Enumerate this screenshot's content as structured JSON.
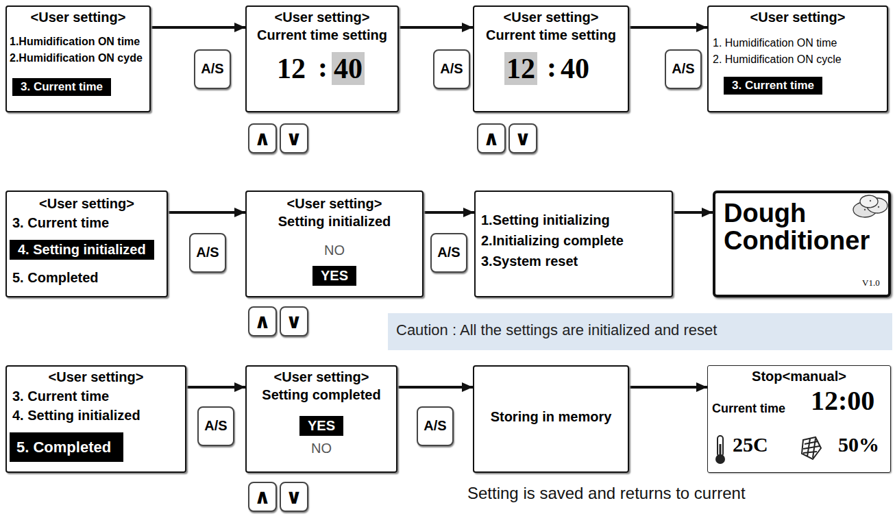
{
  "diagram": {
    "nodes": [
      {
        "text": [
          "<User setting>",
          "1.Humidification ON time",
          "2.Humidification ON cyde",
          "3. Current time"
        ]
      },
      {
        "text": [
          "<User setting>",
          "Current time setting",
          "12",
          ":",
          "40"
        ]
      },
      {
        "text": [
          "<User setting>",
          "Current time setting",
          "12",
          ":",
          "40"
        ]
      },
      {
        "text": [
          "<User setting>",
          "1. Humidification ON time",
          "2. Humidification ON cycle",
          "3. Current time"
        ]
      },
      {
        "text": [
          "<User setting>",
          "3. Current time",
          "4. Setting initialized",
          "5. Completed"
        ]
      },
      {
        "text": [
          "<User setting>",
          "Setting initialized",
          "NO",
          "YES"
        ]
      },
      {
        "text": [
          "1.Setting initializing",
          "2.Initializing complete",
          "3.System reset"
        ]
      },
      {
        "text": [
          "Dough Conditioner",
          "V1.0"
        ]
      },
      {
        "text": [
          "<User setting>",
          "3. Current time",
          "4. Setting initialized",
          "5. Completed"
        ]
      },
      {
        "text": [
          "<User setting>",
          "Setting completed",
          "YES",
          "NO"
        ]
      },
      {
        "text": [
          "Storing in memory"
        ]
      },
      {
        "text": [
          "Stop<manual>",
          "Current time",
          "12:00",
          "25C",
          "50%"
        ]
      },
      {
        "text": [
          "A/S"
        ]
      },
      {
        "text": [
          "A/S"
        ]
      },
      {
        "text": [
          "A/S"
        ]
      },
      {
        "text": [
          "A/S"
        ]
      },
      {
        "text": [
          "A/S"
        ]
      },
      {
        "text": [
          "A/S"
        ]
      },
      {
        "text": [
          "A/S"
        ]
      },
      {
        "text": [
          "∧"
        ]
      },
      {
        "text": [
          "∨"
        ]
      },
      {
        "text": [
          "∧"
        ]
      },
      {
        "text": [
          "∨"
        ]
      },
      {
        "text": [
          "∧"
        ]
      },
      {
        "text": [
          "∨"
        ]
      },
      {
        "text": [
          "∧"
        ]
      },
      {
        "text": [
          "∨"
        ]
      },
      {
        "text": [
          "Caution : All the settings are initialized and reset"
        ]
      }
    ],
    "edges": [
      {
        "from": 0,
        "to": 1,
        "arrow": "to"
      },
      {
        "from": 1,
        "to": 2,
        "arrow": "to"
      },
      {
        "from": 2,
        "to": 3,
        "arrow": "to"
      },
      {
        "from": 4,
        "to": 5,
        "arrow": "to"
      },
      {
        "from": 5,
        "to": 6,
        "arrow": "to"
      },
      {
        "from": 6,
        "to": 7,
        "arrow": "to"
      },
      {
        "from": 8,
        "to": 9,
        "arrow": "to"
      },
      {
        "from": 9,
        "to": 10,
        "arrow": "to"
      },
      {
        "from": 10,
        "to": 11,
        "arrow": "to"
      }
    ],
    "labels": [
      "Setting is saved and returns to current"
    ]
  }
}
